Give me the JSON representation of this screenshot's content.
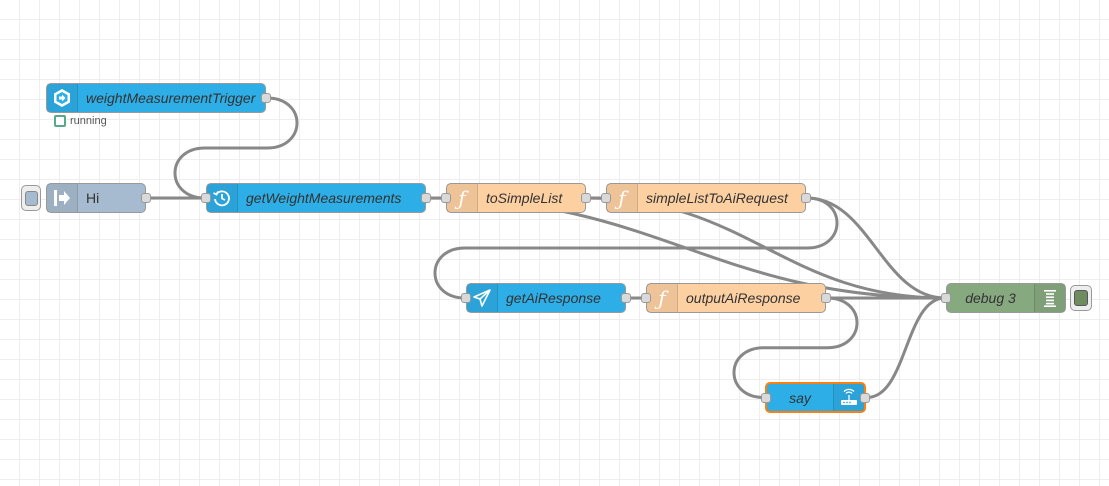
{
  "colors": {
    "inject": "#a6bbcf",
    "function": "#fdd0a2",
    "service": "#2eaee6",
    "debug": "#87a980",
    "wire": "#888888",
    "selected_border": "#ff7f0e",
    "status_running": "#55aa88"
  },
  "nodes": {
    "weightMeasurementTrigger": {
      "label": "weightMeasurementTrigger",
      "icon": "trigger-icon",
      "status": "running"
    },
    "hi": {
      "label": "Hi",
      "icon": "inject-arrow-icon"
    },
    "getWeightMeasurements": {
      "label": "getWeightMeasurements",
      "icon": "history-clock-icon"
    },
    "toSimpleList": {
      "label": "toSimpleList",
      "icon": "function-icon"
    },
    "simpleListToAiRequest": {
      "label": "simpleListToAiRequest",
      "icon": "function-icon"
    },
    "getAiResponse": {
      "label": "getAiResponse",
      "icon": "send-plane-icon"
    },
    "outputAiResponse": {
      "label": "outputAiResponse",
      "icon": "function-icon"
    },
    "debug3": {
      "label": "debug 3",
      "icon": "debug-list-icon"
    },
    "say": {
      "label": "say",
      "icon": "router-icon"
    }
  },
  "wires": [
    [
      "weightMeasurementTrigger",
      "getWeightMeasurements"
    ],
    [
      "hi",
      "getWeightMeasurements"
    ],
    [
      "getWeightMeasurements",
      "toSimpleList"
    ],
    [
      "toSimpleList",
      "simpleListToAiRequest"
    ],
    [
      "simpleListToAiRequest",
      "getAiResponse"
    ],
    [
      "getAiResponse",
      "outputAiResponse"
    ],
    [
      "outputAiResponse",
      "say"
    ],
    [
      "getWeightMeasurements",
      "debug3"
    ],
    [
      "toSimpleList",
      "debug3"
    ],
    [
      "simpleListToAiRequest",
      "debug3"
    ],
    [
      "outputAiResponse",
      "debug3"
    ],
    [
      "say",
      "debug3"
    ]
  ]
}
